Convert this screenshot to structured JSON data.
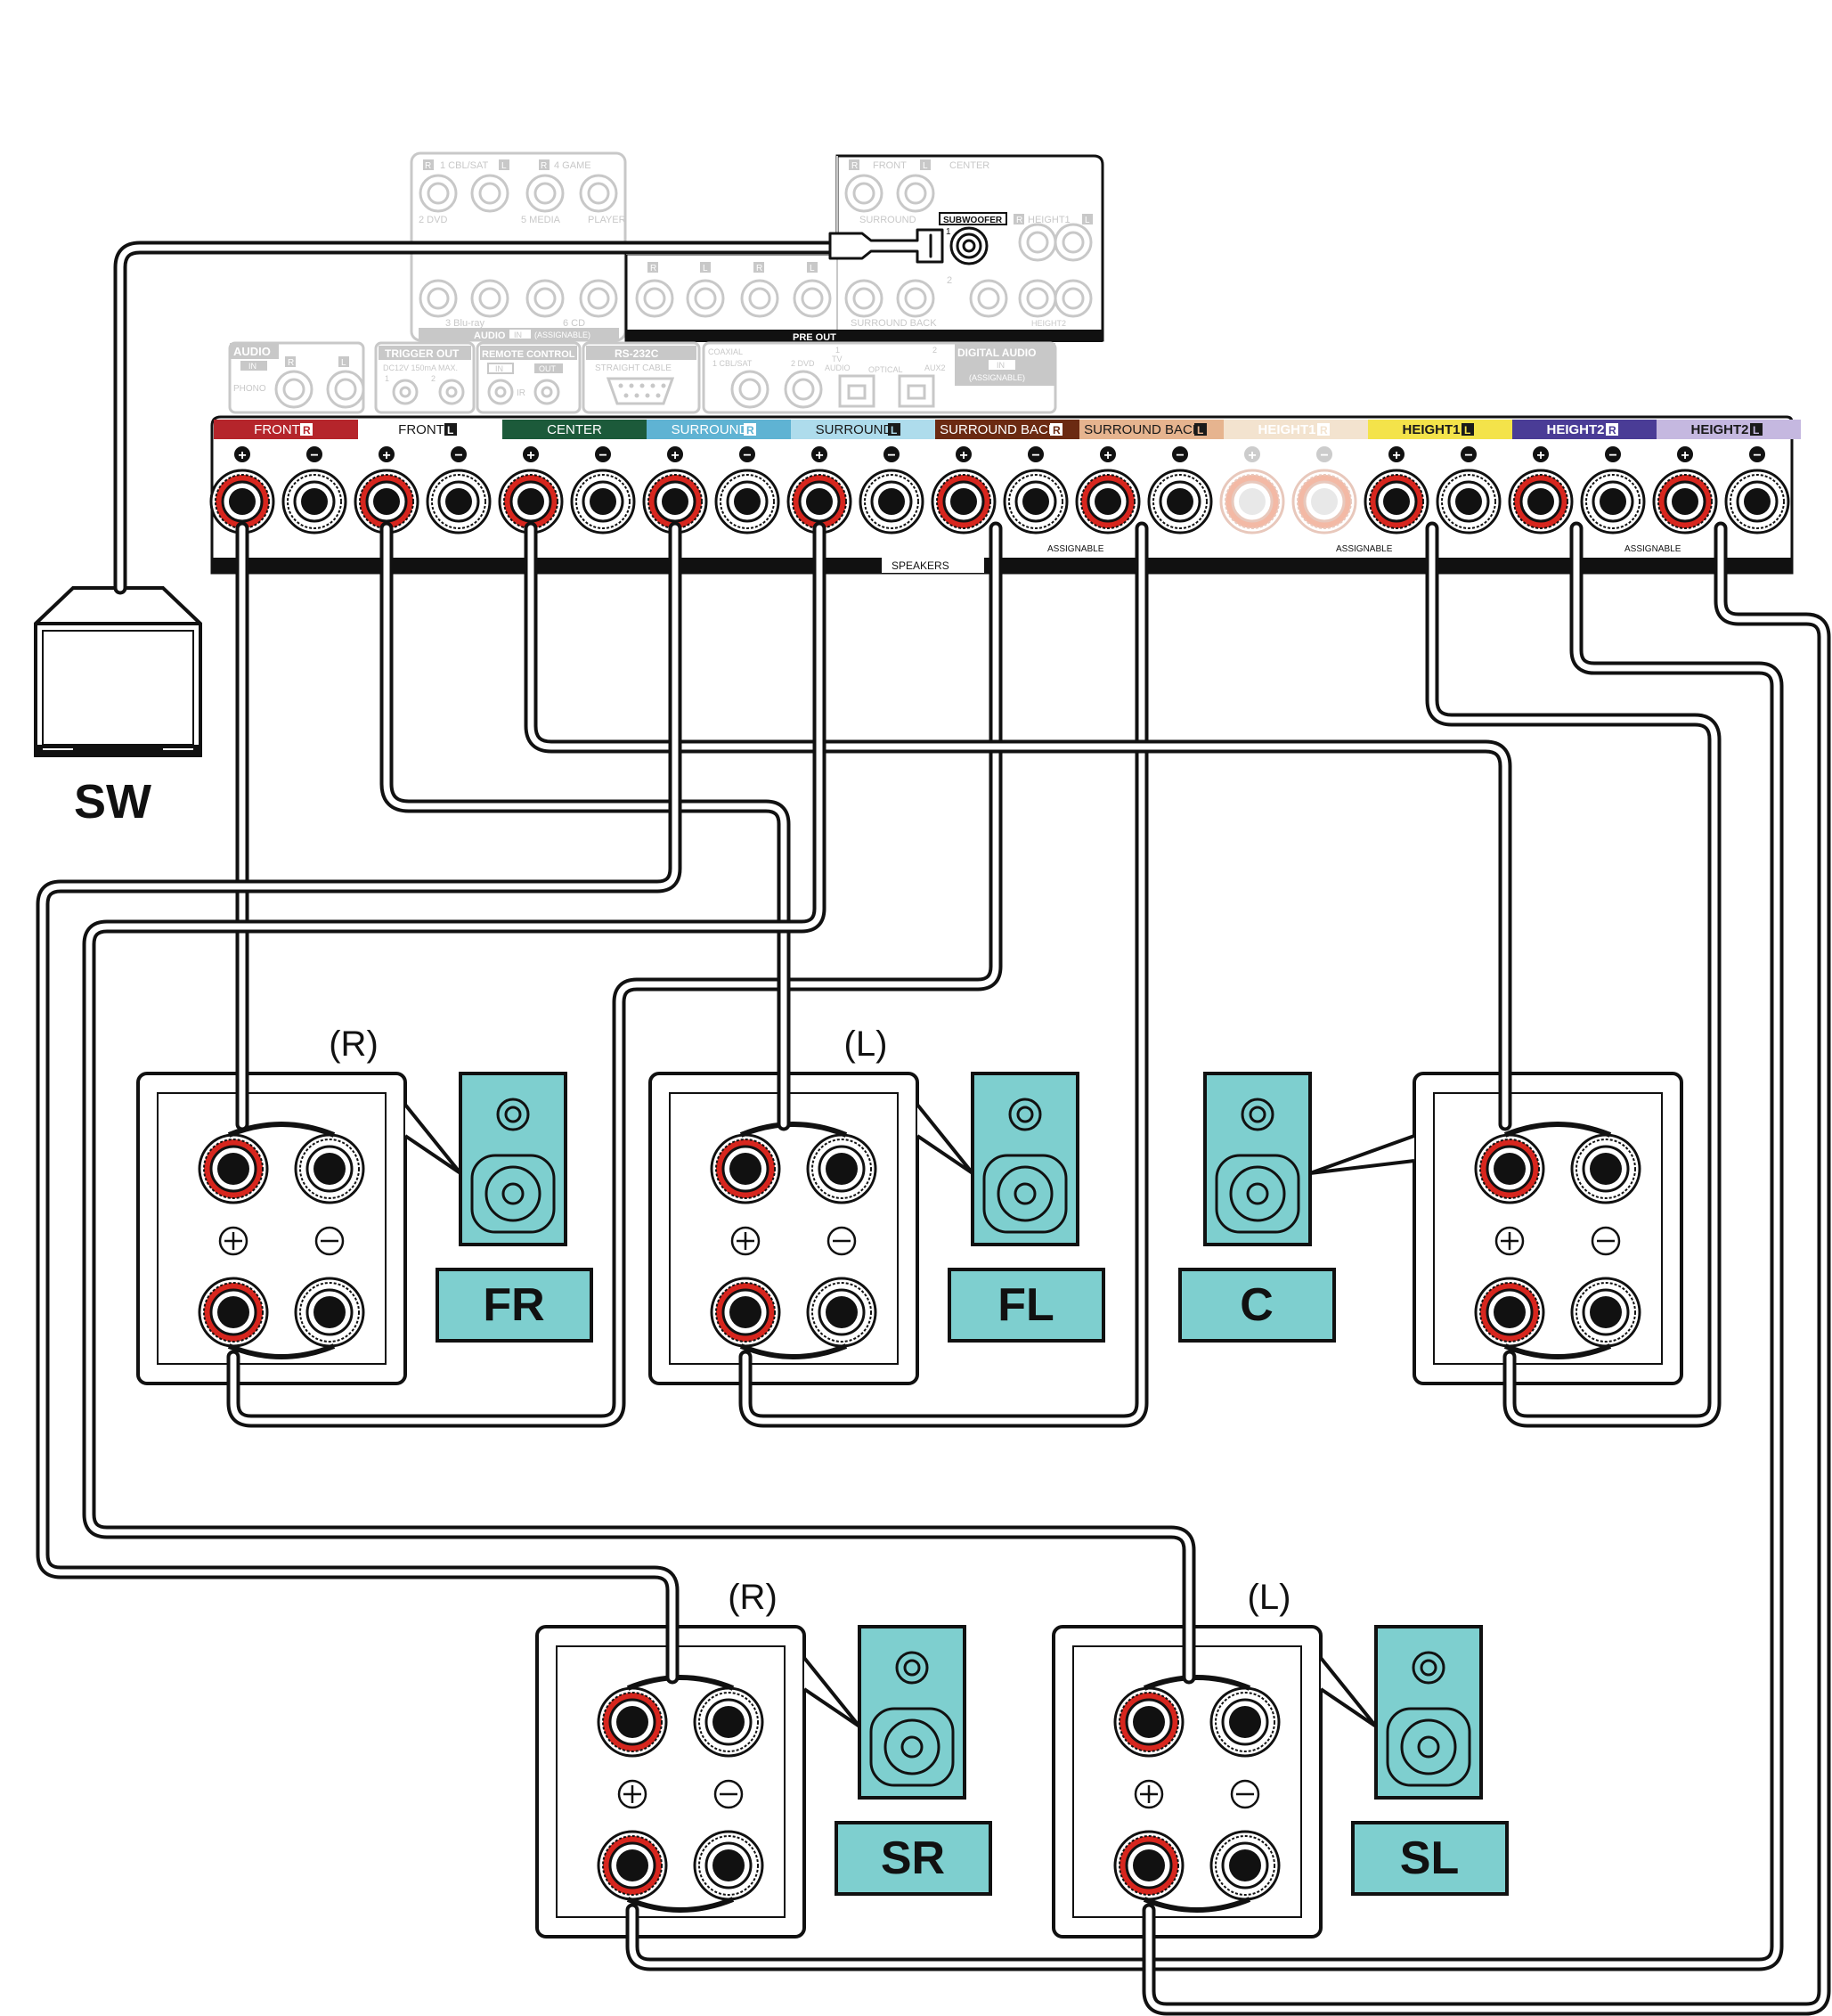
{
  "subwoofer": {
    "label": "SW"
  },
  "top_panel": {
    "audio_in_labels": [
      "1 CBL/SAT",
      "4 GAME",
      "2 DVD",
      "5 MEDIA",
      "PLAYER",
      "3 Blu-ray",
      "6 CD"
    ],
    "audio_in_footer": "AUDIO",
    "audio_in_in": "IN",
    "audio_in_assignable": "(ASSIGNABLE)",
    "r_badge": "R",
    "l_badge": "L",
    "preout_labels": {
      "front": "FRONT",
      "center": "CENTER",
      "surround": "SURROUND",
      "subwoofer": "SUBWOOFER",
      "height1": "HEIGHT1",
      "surround_back": "SURROUND BACK",
      "height2": "HEIGHT2",
      "n1": "1",
      "n2": "2"
    },
    "preout_footer": "PRE OUT",
    "audio_phono_title": "AUDIO",
    "audio_phono_in": "IN",
    "audio_phono_label": "PHONO",
    "trigger_title": "TRIGGER OUT",
    "trigger_sub": "DC12V 150mA MAX.",
    "trigger_n1": "1",
    "trigger_n2": "2",
    "remote_title": "REMOTE CONTROL",
    "remote_in": "IN",
    "remote_out": "OUT",
    "remote_ir": "IR",
    "rs232_title": "RS-232C",
    "rs232_sub": "STRAIGHT CABLE",
    "digital_coaxial": "COAXIAL",
    "digital_cblsat": "1 CBL/SAT",
    "digital_dvd": "2 DVD",
    "digital_n1": "1",
    "digital_tv": "TV",
    "digital_audio": "AUDIO",
    "digital_optical": "OPTICAL",
    "digital_n2": "2",
    "digital_aux2": "AUX2",
    "digital_title": "DIGITAL AUDIO",
    "digital_in": "IN",
    "digital_assignable": "(ASSIGNABLE)"
  },
  "speaker_panel": {
    "channels": [
      {
        "name": "FRONT",
        "side": "R",
        "color": "#b5252b",
        "text_color": "#ffffff"
      },
      {
        "name": "FRONT",
        "side": "L",
        "color": "#ffffff",
        "text_color": "#1a1a1a"
      },
      {
        "name": "CENTER",
        "side": "",
        "color": "#1c5a3a",
        "text_color": "#ffffff"
      },
      {
        "name": "SURROUND",
        "side": "R",
        "color": "#5fb3d3",
        "text_color": "#ffffff"
      },
      {
        "name": "SURROUND",
        "side": "L",
        "color": "#aedcec",
        "text_color": "#1a1a1a"
      },
      {
        "name": "SURROUND BACK",
        "side": "R",
        "color": "#6b2a12",
        "text_color": "#ffffff"
      },
      {
        "name": "SURROUND BACK",
        "side": "L",
        "color": "#e6b48f",
        "text_color": "#1a1a1a"
      },
      {
        "name": "HEIGHT1",
        "side": "R",
        "color": "#f3e3cf",
        "text_color": "#ffffff"
      },
      {
        "name": "HEIGHT1",
        "side": "L",
        "color": "#f4e34a",
        "text_color": "#1a1a1a"
      },
      {
        "name": "HEIGHT2",
        "side": "R",
        "color": "#4a3c96",
        "text_color": "#ffffff"
      },
      {
        "name": "HEIGHT2",
        "side": "L",
        "color": "#c5b8e0",
        "text_color": "#1a1a1a"
      }
    ],
    "footer_label": "SPEAKERS",
    "assignable_label": "ASSIGNABLE",
    "plus_symbol": "+",
    "minus_symbol": "−"
  },
  "speakers": [
    {
      "id": "FR",
      "label": "FR",
      "channel": "(R)"
    },
    {
      "id": "FL",
      "label": "FL",
      "channel": "(L)"
    },
    {
      "id": "C",
      "label": "C",
      "channel": ""
    },
    {
      "id": "SR",
      "label": "SR",
      "channel": "(R)"
    },
    {
      "id": "SL",
      "label": "SL",
      "channel": "(L)"
    }
  ],
  "colors": {
    "speaker_teal": "#7ecfcf",
    "terminal_red": "#d7261e",
    "wire": "#111111",
    "faint": "#c8c8c8"
  }
}
